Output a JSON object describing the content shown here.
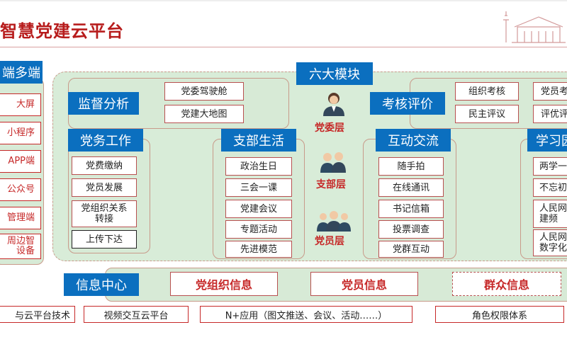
{
  "title": "智慧党建云平台",
  "colors": {
    "header_blue": "#0b6fbf",
    "red": "#c62828",
    "panel_green": "#d7ead6"
  },
  "left": {
    "header": "端多端",
    "items": [
      "大屏",
      "小程序",
      "APP端",
      "公众号",
      "管理端",
      "周边智\n设备"
    ]
  },
  "center_header": "六大模块",
  "supervision": {
    "header": "监督分析",
    "items": [
      "党委驾驶舱",
      "党建大地图"
    ]
  },
  "assessment": {
    "header": "考核评价",
    "items": [
      "组织考核",
      "党员考",
      "民主评议",
      "评优评"
    ]
  },
  "party_affairs": {
    "header": "党务工作",
    "items": [
      "党费缴纳",
      "党员发展",
      "党组织关系转接",
      "上传下达"
    ]
  },
  "branch_life": {
    "header": "支部生活",
    "items": [
      "政治生日",
      "三会一课",
      "党建会议",
      "专题活动",
      "先进模范"
    ]
  },
  "interaction": {
    "header": "互动交流",
    "items": [
      "随手拍",
      "在线通讯",
      "书记信箱",
      "投票调查",
      "党群互动"
    ]
  },
  "study": {
    "header": "学习园",
    "items": [
      "两学一",
      "不忘初",
      "人民网建频",
      "人民网数字化"
    ]
  },
  "levels": [
    "党委层",
    "支部层",
    "党员层"
  ],
  "level_icons": [
    "person-icon",
    "group-icon",
    "group-icon"
  ],
  "info_center": {
    "header": "信息中心",
    "items": [
      "党组织信息",
      "党员信息",
      "群众信息"
    ]
  },
  "footer": [
    "与云平台技术",
    "视频交互云平台",
    "N+应用（图文推送、会议、活动……）",
    "角色权限体系"
  ]
}
